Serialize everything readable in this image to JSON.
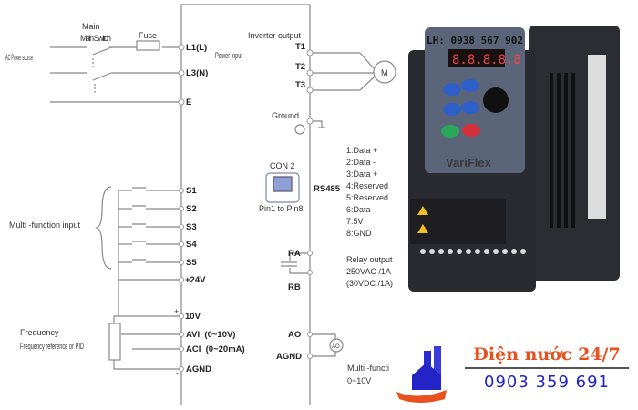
{
  "diagram": {
    "power": {
      "main_switch": "Main Switch",
      "fuse": "Fuse",
      "ac_source": "AC Power source",
      "power_input": "Power input",
      "terminals": [
        "L1(L)",
        "L3(N)",
        "E"
      ]
    },
    "output": {
      "inverter_output": "Inverter output",
      "terminals": [
        "T1",
        "T2",
        "T3"
      ],
      "motor": "M",
      "ground": "Ground"
    },
    "inputs": {
      "label": "Multi -function input",
      "terminals": [
        "S1",
        "S2",
        "S3",
        "S4",
        "S5",
        "+24V"
      ]
    },
    "analog": {
      "label": "Frequency reference or PID",
      "terminals": [
        "10V",
        "AVI  (0~10V)",
        "ACI  (0~20mA)",
        "AGND"
      ],
      "plus": "+",
      "minus": "-"
    },
    "comm": {
      "connector": "CON 2",
      "pins": "Pin1 to Pin8",
      "protocol": "RS485",
      "pin_list": [
        "1:Data +",
        "2:Data -",
        "3:Data +",
        "4:Reserved",
        "5:Reserved",
        "6:Data -",
        "7:5V",
        "8:GND"
      ]
    },
    "relay": {
      "terminals": [
        "RA",
        "RB"
      ],
      "label": [
        "Relay output",
        "250VAC /1A",
        "(30VDC /1A)"
      ]
    },
    "analog_out": {
      "terminals": [
        "AO",
        "AGND"
      ],
      "meter": "AO",
      "label": [
        "Multi -functi",
        "0~10V"
      ]
    }
  },
  "product": {
    "contact": "LH: 0938 567 902",
    "display": "8.8.8.8.8",
    "brand": "VariFlex"
  },
  "watermark": {
    "name": "Điện nước 24/7",
    "phone": "0903 359 691",
    "name_color": "#e8501e",
    "phone_color": "#2323c8"
  }
}
